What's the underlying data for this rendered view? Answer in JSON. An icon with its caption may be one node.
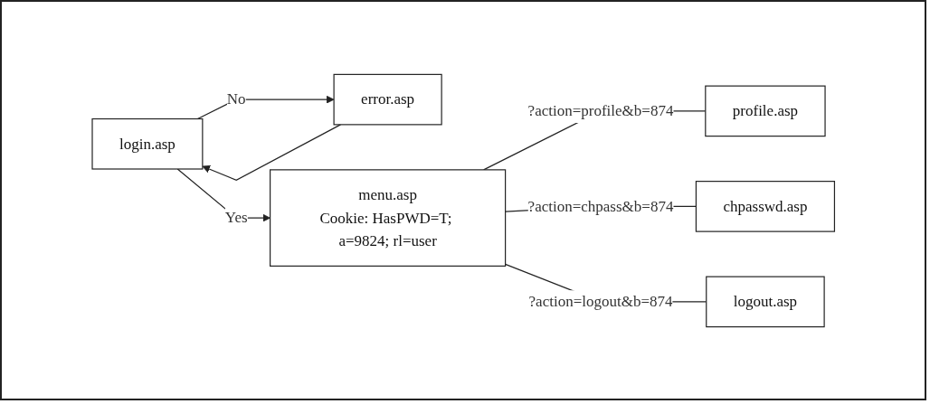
{
  "diagram": {
    "nodes": [
      {
        "text": [
          "login.asp"
        ]
      },
      {
        "text": [
          "error.asp"
        ]
      },
      {
        "text": [
          "menu.asp",
          "Cookie: HasPWD=T; a=9824; rl=user"
        ]
      },
      {
        "text": [
          "profile.asp"
        ]
      },
      {
        "text": [
          "chpasswd.asp"
        ]
      },
      {
        "text": [
          "logout.asp"
        ]
      }
    ],
    "edges": [
      {
        "from": 0,
        "to": 2,
        "arrow": "to",
        "label": "Yes"
      },
      {
        "from": 0,
        "to": 1,
        "arrow": "to",
        "label": "No"
      },
      {
        "from": 1,
        "to": 0,
        "arrow": "to"
      },
      {
        "from": 2,
        "to": 3,
        "arrow": "none",
        "label": "?action=profile&b=874"
      },
      {
        "from": 2,
        "to": 4,
        "arrow": "none",
        "label": "?action=chpass&b=874"
      },
      {
        "from": 2,
        "to": 5,
        "arrow": "none",
        "label": "?action=logout&b=874"
      }
    ]
  }
}
